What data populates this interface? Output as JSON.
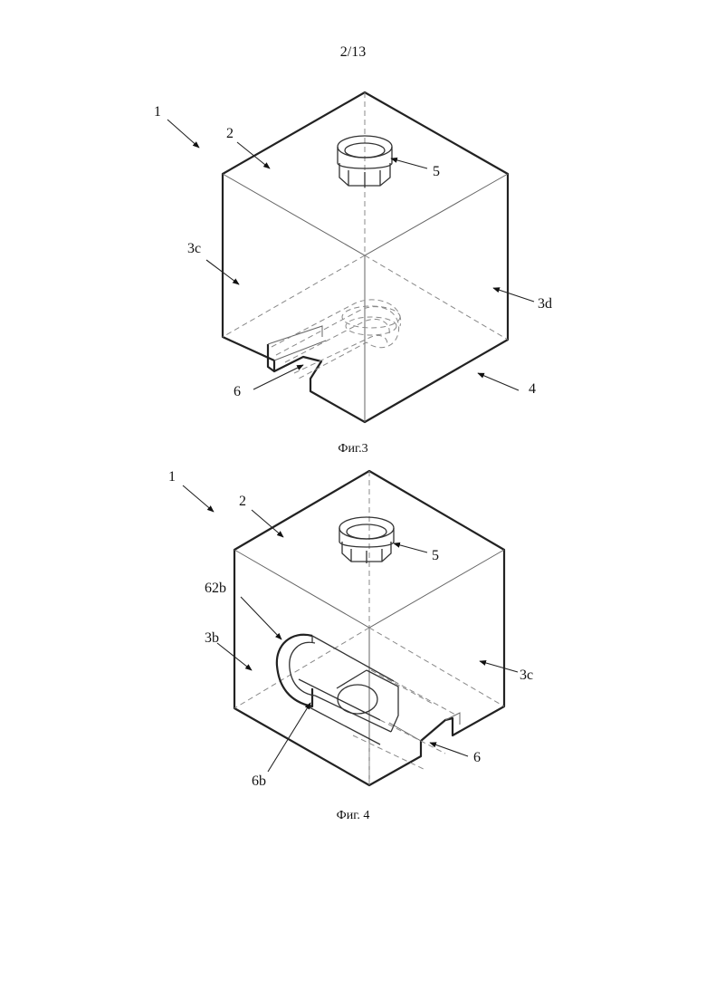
{
  "page": {
    "number": "2/13"
  },
  "figures": [
    {
      "caption": "Фиг.3",
      "labels": {
        "device": "1",
        "top": "2",
        "side_left": "3c",
        "side_right": "3d",
        "bottom": "4",
        "cap": "5",
        "channel": "6"
      }
    },
    {
      "caption": "Фиг. 4",
      "labels": {
        "device": "1",
        "top": "2",
        "slot_edge": "62b",
        "side_left": "3b",
        "side_right": "3c",
        "cap": "5",
        "channel": "6",
        "slot": "6b"
      }
    }
  ]
}
